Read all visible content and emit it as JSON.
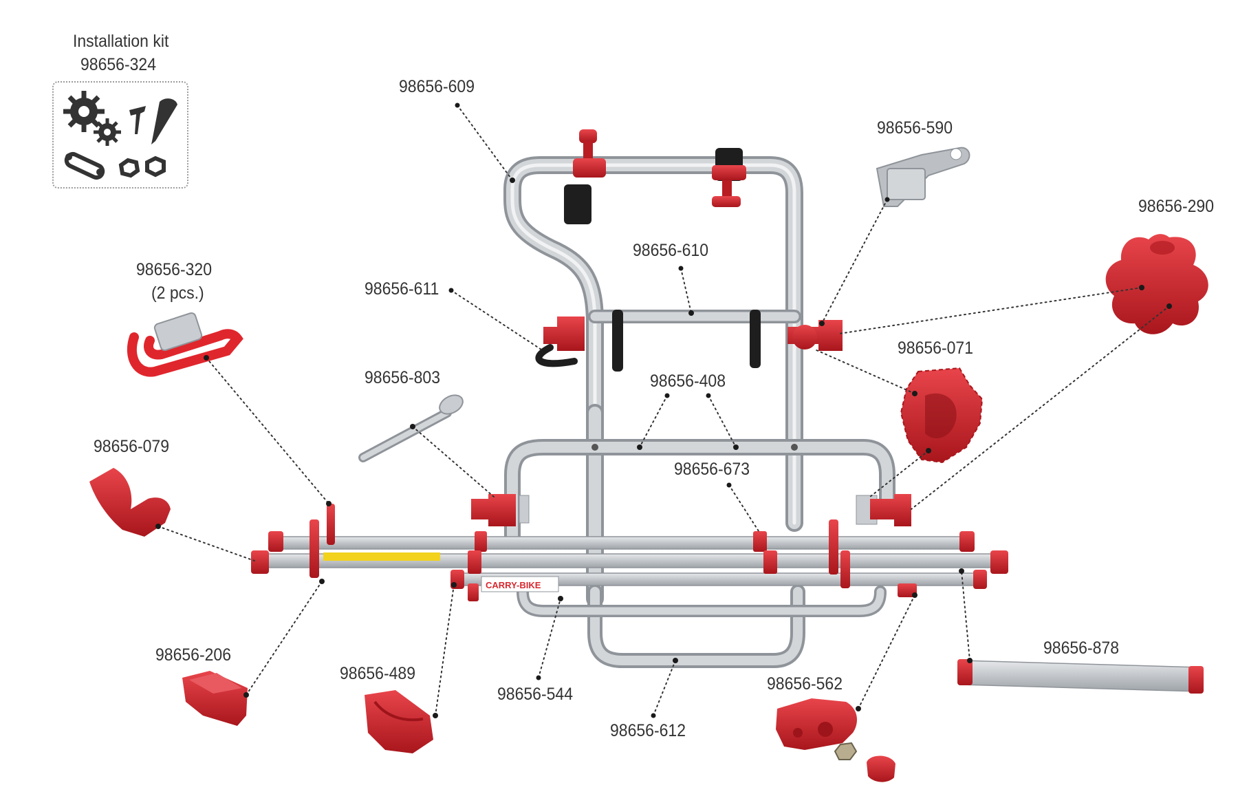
{
  "colors": {
    "aluminium": "#c9ccd0",
    "aluminium_dark": "#9ea3a8",
    "red_part": "#d7282f",
    "red_dark": "#9d141a",
    "strap_black": "#1e1e1e",
    "leader": "#333333",
    "kit_icon": "#333333"
  },
  "kit": {
    "title": "Installation kit",
    "code": "98656-324",
    "icons": [
      "gears-icon",
      "screws-icon",
      "chain-link-icon",
      "nuts-icon"
    ]
  },
  "parts": [
    {
      "id": "p609",
      "code": "98656-609"
    },
    {
      "id": "p590",
      "code": "98656-590"
    },
    {
      "id": "p290",
      "code": "98656-290"
    },
    {
      "id": "p610",
      "code": "98656-610"
    },
    {
      "id": "p320",
      "code": "98656-320",
      "note": "(2 pcs.)"
    },
    {
      "id": "p611",
      "code": "98656-611"
    },
    {
      "id": "p071",
      "code": "98656-071"
    },
    {
      "id": "p803",
      "code": "98656-803"
    },
    {
      "id": "p408",
      "code": "98656-408"
    },
    {
      "id": "p079",
      "code": "98656-079"
    },
    {
      "id": "p673",
      "code": "98656-673"
    },
    {
      "id": "p206",
      "code": "98656-206"
    },
    {
      "id": "p489",
      "code": "98656-489"
    },
    {
      "id": "p544",
      "code": "98656-544"
    },
    {
      "id": "p562",
      "code": "98656-562"
    },
    {
      "id": "p612",
      "code": "98656-612"
    },
    {
      "id": "p878",
      "code": "98656-878"
    }
  ],
  "product": {
    "brand_label": "CARRY-BIKE"
  }
}
